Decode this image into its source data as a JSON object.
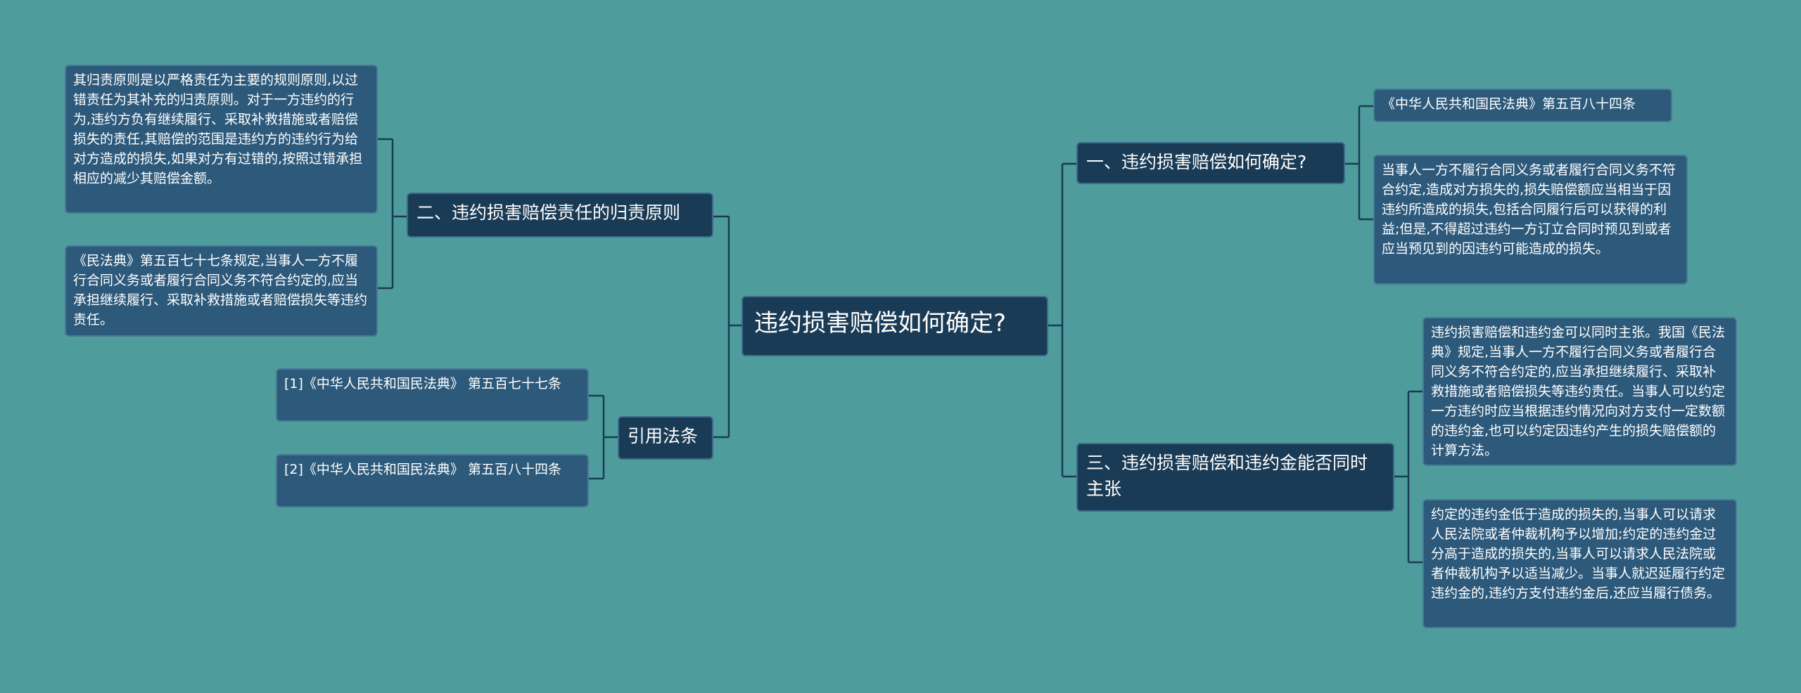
{
  "root": {
    "label": "违约损害赔偿如何确定?"
  },
  "left": {
    "principle": {
      "label": "二、违约损害赔偿责任的归责原则",
      "leaves": [
        "其归责原则是以严格责任为主要的规则原则,以过错责任为其补充的归责原则。对于一方违约的行为,违约方负有继续履行、采取补救措施或者赔偿损失的责任,其赔偿的范围是违约方的违约行为给对方造成的损失,如果对方有过错的,按照过错承担相应的减少其赔偿金额。",
        "《民法典》第五百七十七条规定,当事人一方不履行合同义务或者履行合同义务不符合约定的,应当承担继续履行、采取补救措施或者赔偿损失等违约责任。"
      ]
    },
    "citations": {
      "label": "引用法条",
      "leaves": [
        "[1]《中华人民共和国民法典》 第五百七十七条",
        "[2]《中华人民共和国民法典》 第五百八十四条"
      ]
    }
  },
  "right": {
    "determine": {
      "label": "一、违约损害赔偿如何确定?",
      "leaves": [
        "《中华人民共和国民法典》第五百八十四条",
        "当事人一方不履行合同义务或者履行合同义务不符合约定,造成对方损失的,损失赔偿额应当相当于因违约所造成的损失,包括合同履行后可以获得的利益;但是,不得超过违约一方订立合同时预见到或者应当预见到的因违约可能造成的损失。"
      ]
    },
    "claim": {
      "label": "三、违约损害赔偿和违约金能否同时主张",
      "leaves": [
        "违约损害赔偿和违约金可以同时主张。我国《民法典》规定,当事人一方不履行合同义务或者履行合同义务不符合约定的,应当承担继续履行、采取补救措施或者赔偿损失等违约责任。当事人可以约定一方违约时应当根据违约情况向对方支付一定数额的违约金,也可以约定因违约产生的损失赔偿额的计算方法。",
        "约定的违约金低于造成的损失的,当事人可以请求人民法院或者仲裁机构予以增加;约定的违约金过分高于造成的损失的,当事人可以请求人民法院或者仲裁机构予以适当减少。当事人就迟延履行约定违约金的,违约方支付违约金后,还应当履行债务。"
      ]
    }
  },
  "colors": {
    "background": "#4e9c9c",
    "node_dark": "#1a3b55",
    "node_leaf": "#2d5a7b",
    "connector": "#1a3b55",
    "text": "#ffffff"
  }
}
